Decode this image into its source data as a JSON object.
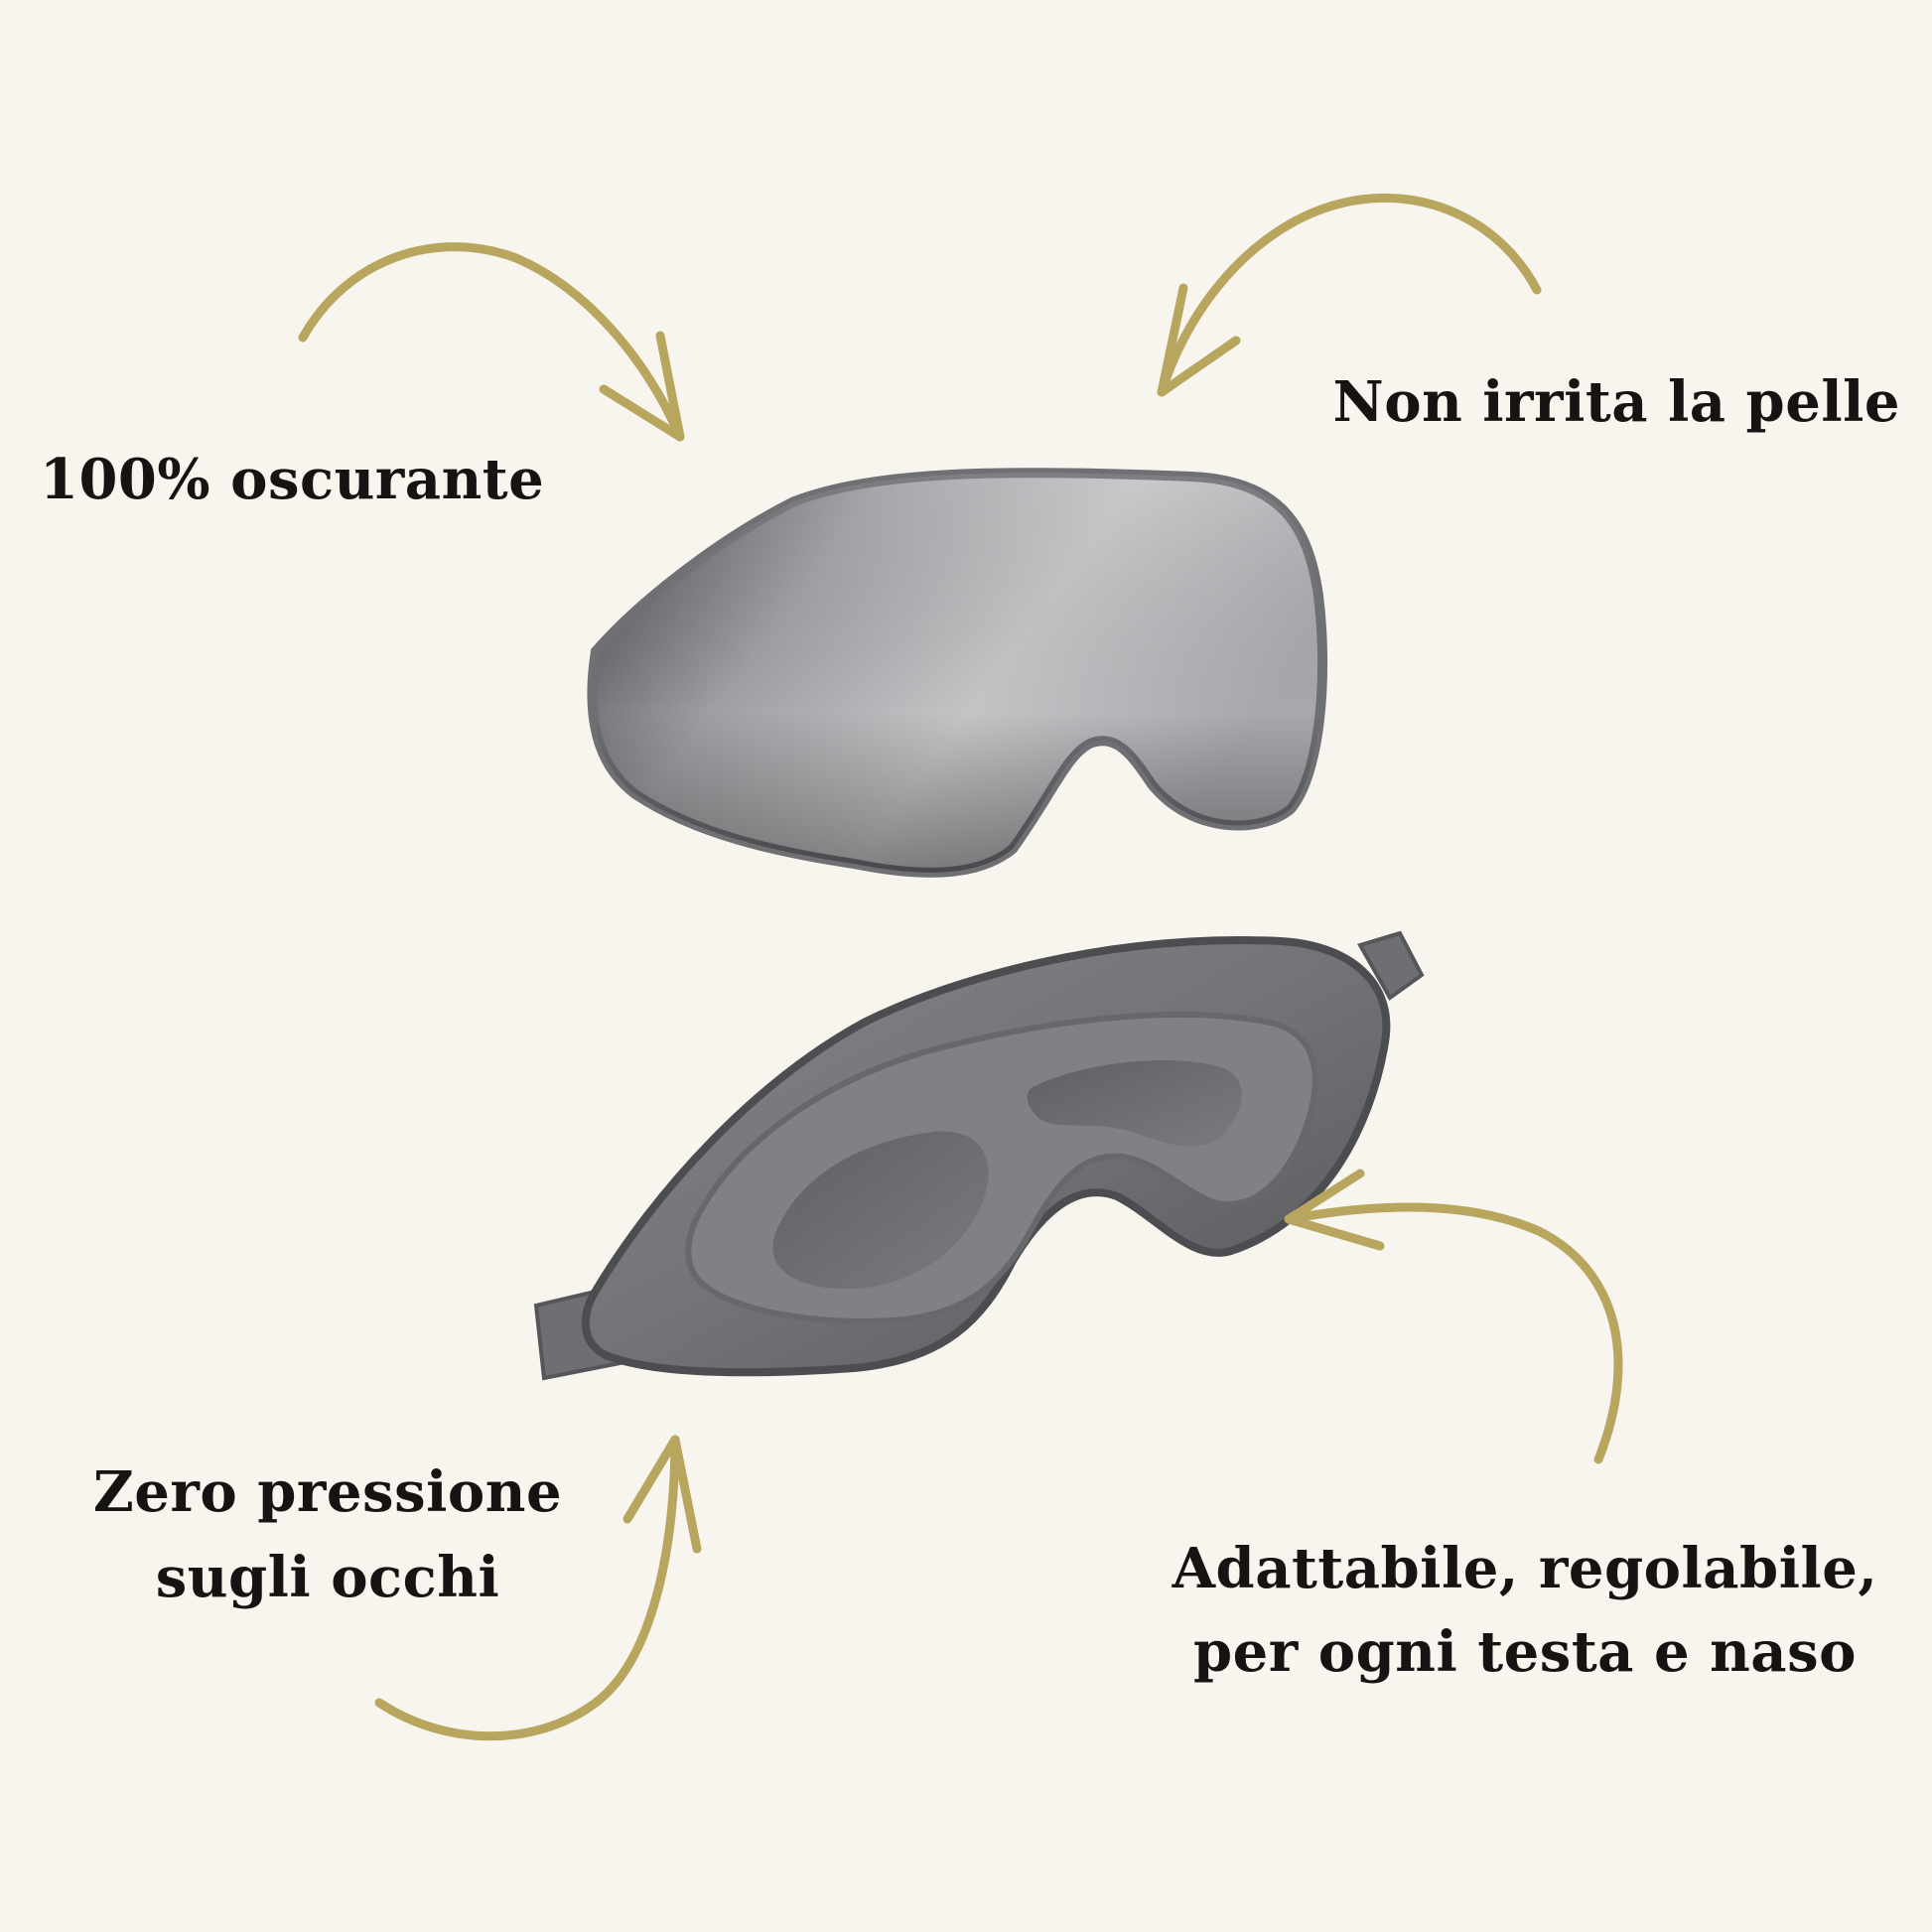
{
  "colors": {
    "background": "#f8f5ee",
    "text": "#161412",
    "arrow": "#b8a55e",
    "mask_dark": "#4a4b4e",
    "mask_mid": "#7d7e82",
    "mask_light": "#b5b6b8",
    "strap": "#6e6f73"
  },
  "labels": {
    "oscurante": "100% oscurante",
    "irrita": "Non irrita la pelle",
    "pressione": [
      "Zero pressione",
      "sugli occhi"
    ],
    "adattabile": [
      "Adattabile, regolabile,",
      "per ogni testa e naso"
    ]
  },
  "icons": {
    "arrows": [
      "curved-arrow-icon",
      "curved-arrow-icon",
      "curved-arrow-icon",
      "curved-arrow-icon"
    ],
    "products": [
      "sleep-mask-front-icon",
      "sleep-mask-back-icon"
    ]
  }
}
